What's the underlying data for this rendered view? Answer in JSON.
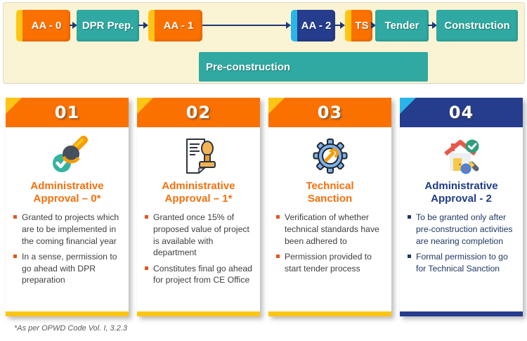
{
  "colors": {
    "orange": "#FB7100",
    "yellow": "#FFC515",
    "teal": "#2FA9A1",
    "navy": "#263C8D",
    "cyan": "#29B5E8",
    "cream_background": "#FAF3D4",
    "arrow_navy": "#1F3876",
    "body_text": "#3F3F3F",
    "card4_text": "#1F3864",
    "title_orange": "#F4700C",
    "title_navy": "#1F3C88"
  },
  "flow": {
    "steps": [
      {
        "label": "AA - 0"
      },
      {
        "label": "DPR Prep."
      },
      {
        "label": "AA - 1"
      },
      {
        "label": "AA - 2"
      },
      {
        "label": "TS"
      },
      {
        "label": "Tender"
      },
      {
        "label": "Construction"
      }
    ],
    "bracket_label": "Pre-construction"
  },
  "cards": [
    {
      "number": "01",
      "icon": "approval-stamp-icon",
      "title_line1": "Administrative",
      "title_line2": "Approval – 0*",
      "bullets": [
        "Granted to projects which are to be implemented in the coming financial year",
        "In a sense, permission to go ahead with DPR preparation"
      ]
    },
    {
      "number": "02",
      "icon": "document-stamp-icon",
      "title_line1": "Administrative",
      "title_line2": "Approval – 1*",
      "bullets": [
        "Granted once 15% of proposed value of project is available with department",
        "Constitutes final go ahead for project from CE Office"
      ]
    },
    {
      "number": "03",
      "icon": "gear-wrench-icon",
      "title_line1": "Technical",
      "title_line2": "Sanction",
      "bullets": [
        "Verification of whether technical standards have been adhered to",
        "Permission provided to start tender process"
      ]
    },
    {
      "number": "04",
      "icon": "house-check-icon",
      "title_line1": "Administrative",
      "title_line2": "Approval - 2",
      "bullets": [
        "To be granted only after pre-construction activities are nearing completion",
        "Formal permission to go for Technical Sanction"
      ]
    }
  ],
  "footnote": "*As per OPWD Code Vol. I, 3.2.3"
}
